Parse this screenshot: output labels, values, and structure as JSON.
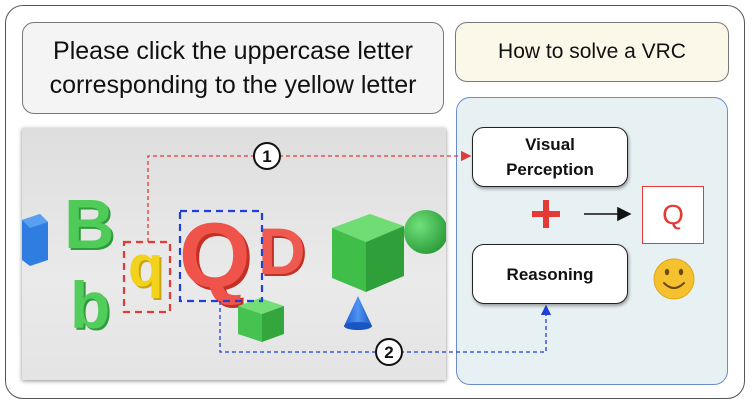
{
  "prompt": {
    "line1": "Please click the uppercase letter",
    "line2": "corresponding to the yellow letter"
  },
  "howto_label": "How to solve a VRC",
  "steps": {
    "perception_line1": "Visual",
    "perception_line2": "Perception",
    "reasoning": "Reasoning"
  },
  "answer": "Q",
  "markers": {
    "first": "1",
    "second": "2"
  },
  "scene_letters": {
    "b_upper": "B",
    "b_lower": "b",
    "yellow": "q",
    "q_upper": "Q",
    "d_upper": "D"
  },
  "colors": {
    "red": "#e53935",
    "blue": "#1e40d8",
    "green": "#3fbe4a",
    "yellow": "#f2d21b",
    "panel_bg": "#e7f0f3",
    "panel_border": "#6a8ccf",
    "smiley": "#f6c12e"
  },
  "icons": [
    "plus-icon",
    "arrow-right-icon",
    "smiley-icon"
  ]
}
